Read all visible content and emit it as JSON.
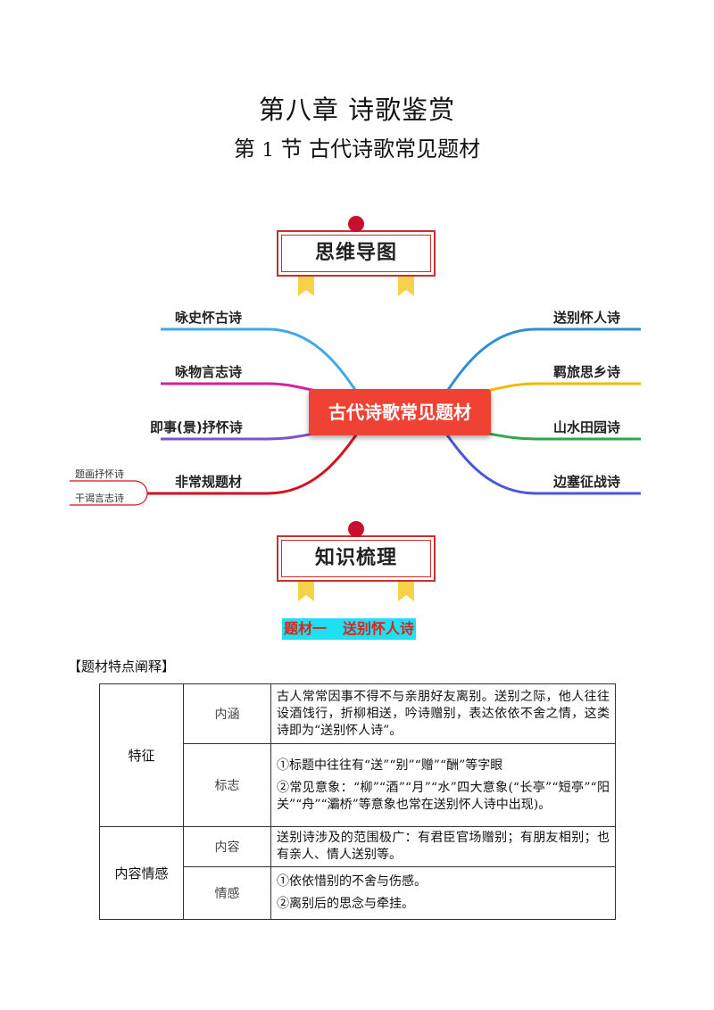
{
  "header": {
    "chapter_title": "第八章  诗歌鉴赏",
    "section_prefix": "第",
    "section_num": "1",
    "section_rest": "节  古代诗歌常见题材"
  },
  "mindmap": {
    "banner_label": "思维导图",
    "center": "古代诗歌常见题材",
    "left_branches": [
      {
        "label": "咏史怀古诗",
        "color": "#3fa9e8"
      },
      {
        "label": "咏物言志诗",
        "color": "#d6219b"
      },
      {
        "label": "即事(景)抒怀诗",
        "color": "#7b55c7"
      },
      {
        "label": "非常规题材",
        "color": "#d4111f"
      }
    ],
    "right_branches": [
      {
        "label": "送别怀人诗",
        "color": "#2f8fd6"
      },
      {
        "label": "羁旅思乡诗",
        "color": "#f2b900"
      },
      {
        "label": "山水田园诗",
        "color": "#2ea84a"
      },
      {
        "label": "边塞征战诗",
        "color": "#4856d8"
      }
    ],
    "sub_branches": [
      "题画抒怀诗",
      "干谒言志诗"
    ]
  },
  "knowledge": {
    "banner_label": "知识梳理",
    "topic_prefix": "题材一",
    "topic_name": "送别怀人诗"
  },
  "table_heading": "【题材特点阐释】",
  "table": {
    "cat_feature": "特征",
    "cat_content": "内容情感",
    "row_neihan_label": "内涵",
    "row_neihan_text": "古人常常因事不得不与亲朋好友离别。送别之际，他人往往设酒饯行，折柳相送，吟诗赠别，表达依依不舍之情，这类诗即为“送别怀人诗”。",
    "row_biaozhi_label": "标志",
    "row_biaozhi_text1": "①标题中往往有“送”“别”“赠”“酬”等字眼",
    "row_biaozhi_text2": "②常见意象：“柳”“酒”“月”“水”四大意象(“长亭”“短亭”“阳关”“舟”“灞桥”等意象也常在送别怀人诗中出现)。",
    "row_neirong_label": "内容",
    "row_neirong_text": "送别诗涉及的范围极广：有君臣官场赠别；有朋友相别；也有亲人、情人送别等。",
    "row_qinggan_label": "情感",
    "row_qinggan_text1": "①依依惜别的不舍与伤感。",
    "row_qinggan_text2": "②离别后的思念与牵挂。"
  },
  "colors": {
    "banner_red": "#c53030",
    "center_node": "#ef4134",
    "topic_highlight": "#1ee0f0",
    "topic_text": "#e0201a",
    "ribbon_yellow": "#f7d14a"
  }
}
